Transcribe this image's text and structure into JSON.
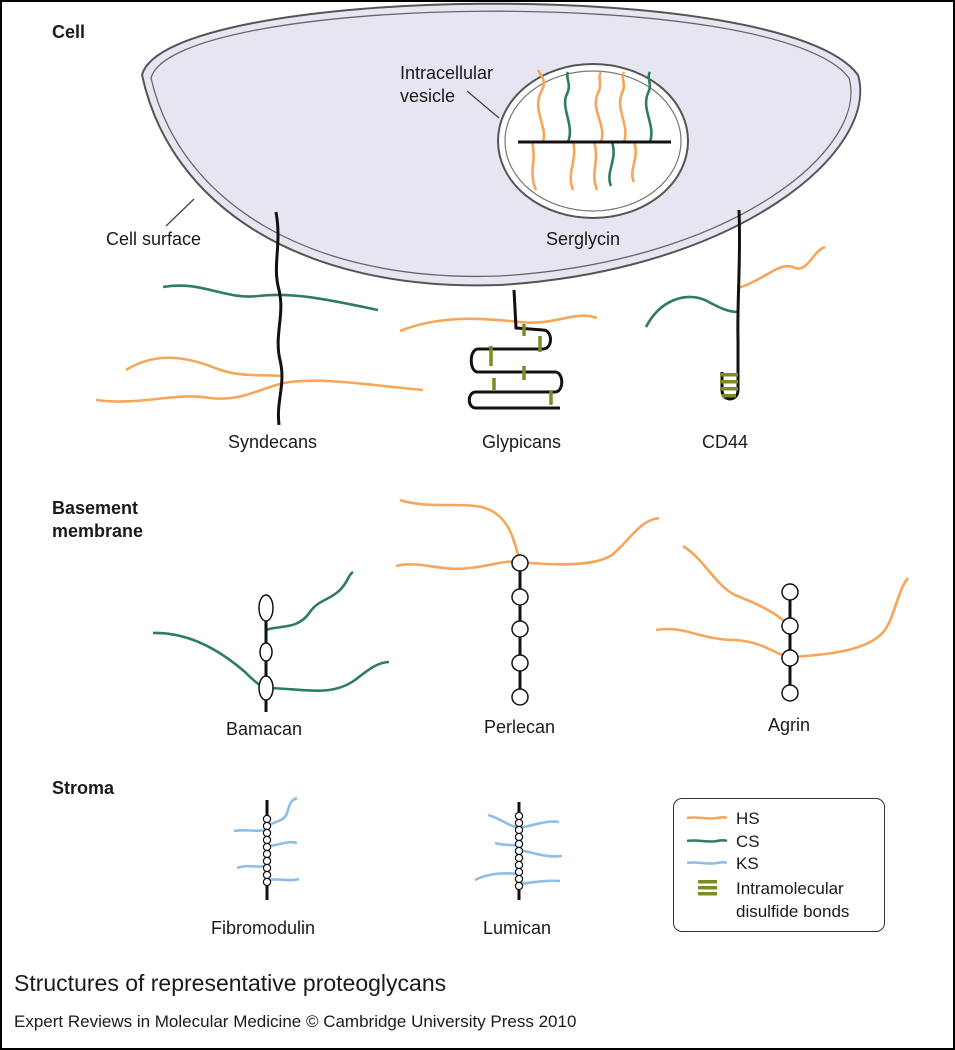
{
  "sections": {
    "cell": "Cell",
    "basement_membrane_line1": "Basement",
    "basement_membrane_line2": "membrane",
    "stroma": "Stroma"
  },
  "labels": {
    "intracellular_vesicle_line1": "Intracellular",
    "intracellular_vesicle_line2": "vesicle",
    "cell_surface": "Cell surface",
    "serglycin": "Serglycin",
    "syndecans": "Syndecans",
    "glypicans": "Glypicans",
    "cd44": "CD44",
    "bamacan": "Bamacan",
    "perlecan": "Perlecan",
    "agrin": "Agrin",
    "fibromodulin": "Fibromodulin",
    "lumican": "Lumican"
  },
  "legend": {
    "hs": "HS",
    "cs": "CS",
    "ks": "KS",
    "disulfide_line1": "Intramolecular",
    "disulfide_line2": "disulfide bonds"
  },
  "caption": "Structures of representative proteoglycans",
  "credit": "Expert Reviews in Molecular Medicine © Cambridge University Press 2010",
  "colors": {
    "hs": "#f5a65b",
    "cs": "#2e7d5b",
    "ks": "#8fbde3",
    "disulfide": "#7d8a26",
    "core_protein": "#111111",
    "cell_fill": "#e6e6f2"
  }
}
